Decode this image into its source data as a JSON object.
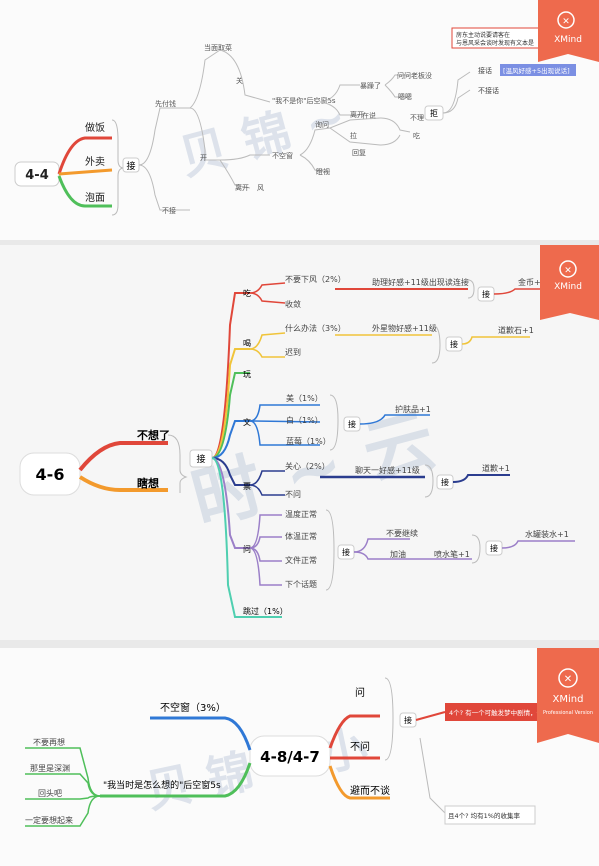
{
  "xmind_badge": {
    "name": "XMind",
    "sub": "Professional Version"
  },
  "map_4_4": {
    "root": "4-4",
    "branches": [
      "做饭",
      "外卖",
      "泡面"
    ],
    "order": "接",
    "take_pay": "先付钱",
    "dont_take": "不接",
    "go_open": "开",
    "go_close": "关",
    "buy_fish": "当面取菜",
    "say_scene": "\"我不是你\"后空窗5s",
    "boss_mad": "暴躁了",
    "boss_stay": "在说",
    "go_away": "离开",
    "rope": "拉",
    "ask_teacher": "问问老板没",
    "lock_room": "不空窗",
    "ask": "询问",
    "leave2": "离开",
    "wind": "风",
    "stare": "瞪视",
    "hmm": "嗯嗯",
    "no_talk": "不理",
    "reply": "回复",
    "eat": "吃",
    "note_line1": "房东主动说要请客在",
    "note_line2": "与恩风采会谈时发现有文本是（3%）",
    "agree": "接话",
    "disagree": "不接话",
    "highlight": "[温风好感+5出现说话]",
    "small_btn": "拒"
  },
  "map_4_6": {
    "root": "4-6",
    "branches": [
      "不想了",
      "瞎想"
    ],
    "accept": "接",
    "hub": [
      "吃",
      "喝",
      "玩",
      "文",
      "票",
      "问"
    ],
    "eat_items": [
      "不要下风（2%）",
      "收敛"
    ],
    "eat_note": "助理好感+11级出现读连接",
    "eat_end": "接",
    "eat_result": "金币+1",
    "drink_items": [
      "什么办法（3%）",
      "迟到"
    ],
    "drink_note": "外星物好感+11级",
    "drink_end": "接",
    "drink_result": "道歉石+1",
    "wen_items": [
      "美（1%）",
      "白（1%）",
      "蓝莓（1%）"
    ],
    "wen_note": "护肤品+1",
    "wen_end": "接",
    "ticket_items": [
      "关心（2%）",
      "不问"
    ],
    "ticket_note": "聊天一好感+11级",
    "ticket_end": "接",
    "ticket_result": "道歉+1",
    "ask_items": [
      "温度正常",
      "体温正常",
      "文件正常",
      "下个话题"
    ],
    "ask_accept": "接",
    "ask_sub": [
      "不要继续",
      "加油"
    ],
    "ask_note": "喷水笔+1",
    "ask_end": "接",
    "ask_result": "水罐装水+1",
    "skip": "跳过（1%）"
  },
  "map_4_8": {
    "root": "4-8/4-7",
    "left_top": "不空窗（3%）",
    "left_bottom": "\"我当时是怎么想的\"后空窗5s",
    "left_items": [
      "不要再想",
      "那里是深渊",
      "回头吧",
      "一定要想起来"
    ],
    "right": [
      "问",
      "不问",
      "避而不谈"
    ],
    "right_accept": "接",
    "red_note": "4个? 有一个可触发梦中剧情，但需随机",
    "bottom_note": "且4个? 均有1%的收集率"
  },
  "colors": {
    "red": "#e0473a",
    "orange": "#f39a2d",
    "green": "#4fbf5a",
    "blue": "#2f78d6",
    "purple": "#9b7fc8",
    "navy": "#2b3d8f"
  }
}
